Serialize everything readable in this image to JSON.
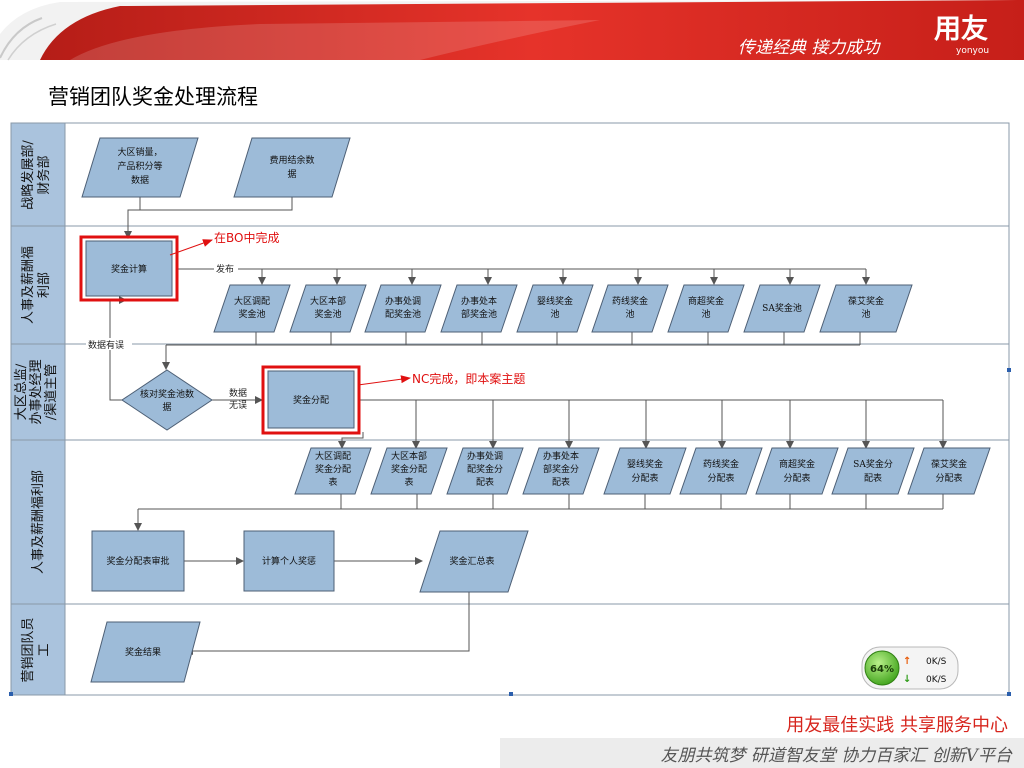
{
  "header": {
    "slogan": "传递经典 接力成功",
    "logo_text": "用友",
    "logo_sub": "yonyou"
  },
  "page_title": "营销团队奖金处理流程",
  "lanes": [
    {
      "label_lines": [
        "战略发展部/",
        "财务部"
      ]
    },
    {
      "label_lines": [
        "人事及薪酬福",
        "利部"
      ]
    },
    {
      "label_lines": [
        "大区总监/",
        "办事处经理",
        "/渠道主管"
      ]
    },
    {
      "label_lines": [
        "人事及薪酬福利部"
      ]
    },
    {
      "label_lines": [
        "营销团队员",
        "工"
      ]
    }
  ],
  "nodes": {
    "sales_data": [
      "大区销量，",
      "产品积分等",
      "数据"
    ],
    "expense_data": [
      "费用结余数",
      "据"
    ],
    "bonus_calc": "奖金计算",
    "pools": [
      [
        "大区调配",
        "奖金池"
      ],
      [
        "大区本部",
        "奖金池"
      ],
      [
        "办事处调",
        "配奖金池"
      ],
      [
        "办事处本",
        "部奖金池"
      ],
      [
        "婴线奖金",
        "池"
      ],
      [
        "药线奖金",
        "池"
      ],
      [
        "商超奖金",
        "池"
      ],
      [
        "SA奖金池"
      ],
      [
        "葆艾奖金",
        "池"
      ]
    ],
    "verify": [
      "核对奖金池数",
      "据"
    ],
    "bonus_alloc": "奖金分配",
    "tables": [
      [
        "大区调配",
        "奖金分配",
        "表"
      ],
      [
        "大区本部",
        "奖金分配",
        "表"
      ],
      [
        "办事处调",
        "配奖金分",
        "配表"
      ],
      [
        "办事处本",
        "部奖金分",
        "配表"
      ],
      [
        "婴线奖金",
        "分配表"
      ],
      [
        "药线奖金",
        "分配表"
      ],
      [
        "商超奖金",
        "分配表"
      ],
      [
        "SA奖金分",
        "配表"
      ],
      [
        "葆艾奖金",
        "分配表"
      ]
    ],
    "approve": "奖金分配表审批",
    "personal": "计算个人奖惩",
    "summary": "奖金汇总表",
    "result": "奖金结果"
  },
  "edge_labels": {
    "publish": "发布",
    "data_error": "数据有误",
    "data_ok": [
      "数据",
      "无误"
    ]
  },
  "callouts": {
    "bo": "在BO中完成",
    "nc": "NC完成，即本案主题"
  },
  "speed_widget": {
    "percent": "64%",
    "up": "0K/S",
    "down": "0K/S"
  },
  "footer": {
    "tagline": "用友最佳实践  共享服务中心",
    "motto": "友朋共筑梦  研道智友堂  协力百家汇  创新V平台"
  },
  "colors": {
    "header_red": "#d7261e",
    "node_fill": "#9dbbd8",
    "node_stroke": "#4d5f75",
    "lane_fill": "#aac3dd",
    "highlight": "#e01010",
    "tagline": "#d7261e"
  }
}
